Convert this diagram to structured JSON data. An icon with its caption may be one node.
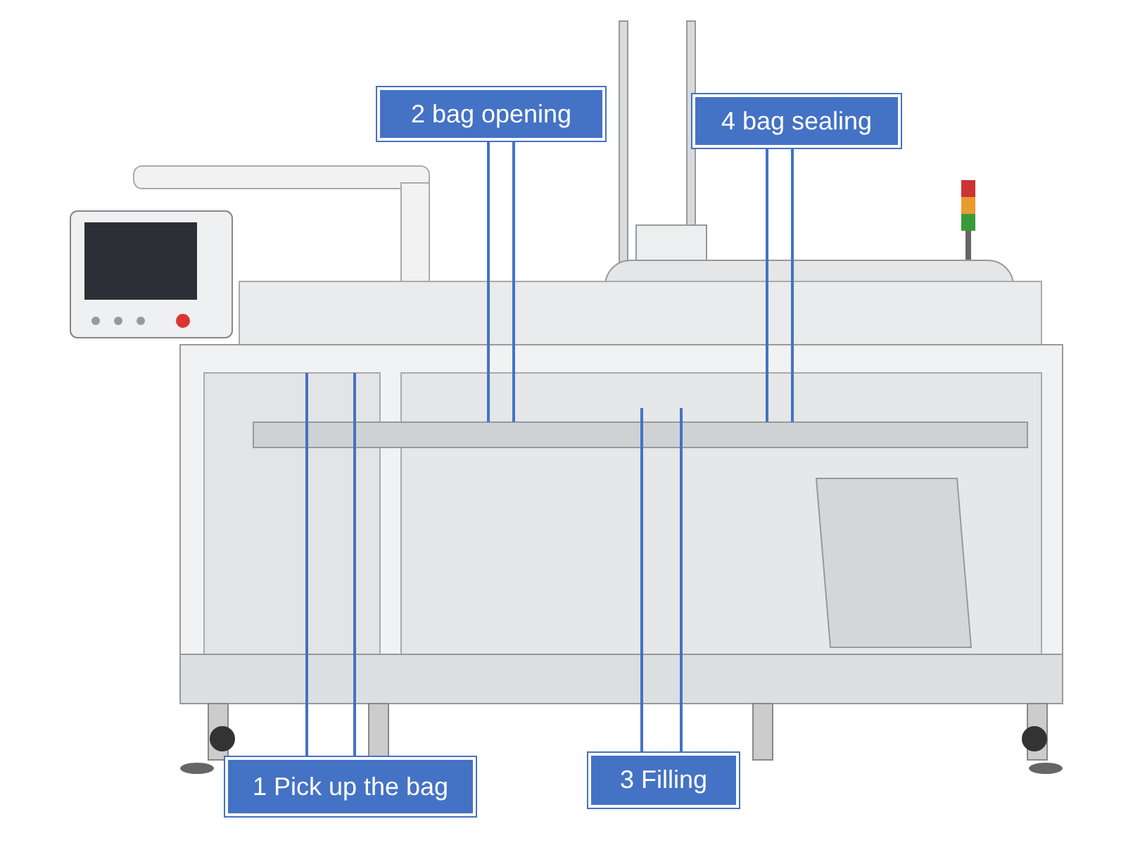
{
  "diagram": {
    "nodes": [
      {
        "text": [
          "2 bag opening"
        ]
      },
      {
        "text": [
          "4 bag sealing"
        ]
      },
      {
        "text": [
          "1 Pick up the bag"
        ]
      },
      {
        "text": [
          "3 Filling"
        ]
      }
    ],
    "edges": [
      {
        "from": 0,
        "to": null,
        "arrow": "none"
      },
      {
        "from": 0,
        "to": null,
        "arrow": "none"
      },
      {
        "from": 1,
        "to": null,
        "arrow": "none"
      },
      {
        "from": 1,
        "to": null,
        "arrow": "none"
      },
      {
        "from": 2,
        "to": null,
        "arrow": "none"
      },
      {
        "from": 2,
        "to": null,
        "arrow": "none"
      },
      {
        "from": 3,
        "to": null,
        "arrow": "none"
      },
      {
        "from": 3,
        "to": null,
        "arrow": "none"
      }
    ]
  }
}
